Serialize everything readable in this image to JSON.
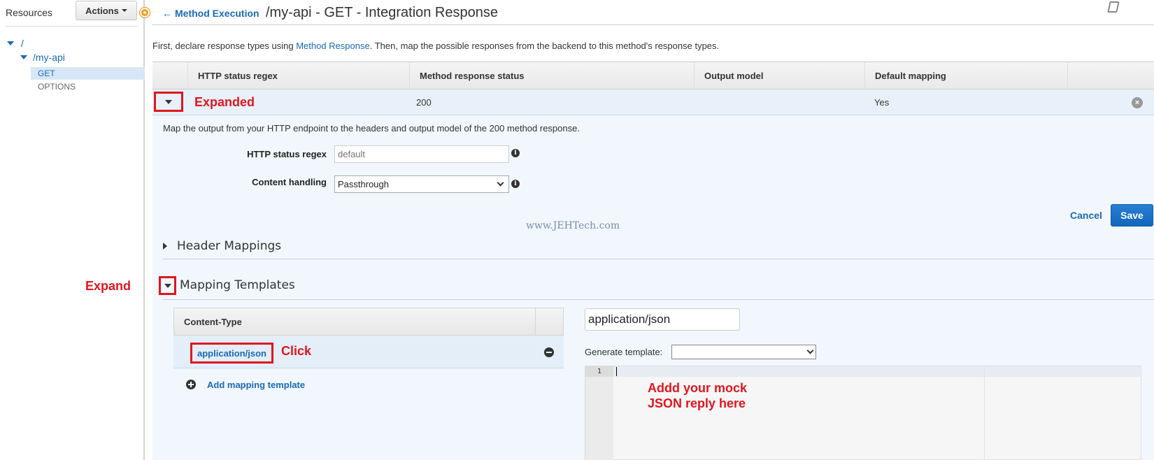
{
  "sidebar": {
    "title": "Resources",
    "actions_label": "Actions",
    "tree": {
      "root": "/",
      "resource": "/my-api",
      "methods": [
        "GET",
        "OPTIONS"
      ]
    }
  },
  "header": {
    "back_label": "Method Execution",
    "title": "/my-api - GET - Integration Response"
  },
  "intro": {
    "before_link": "First, declare response types using ",
    "link": "Method Response",
    "after_link": ". Then, map the possible responses from the backend to this method's response types."
  },
  "responses_table": {
    "columns": [
      "HTTP status regex",
      "Method response status",
      "Output model",
      "Default mapping"
    ],
    "rows": [
      {
        "regex": "",
        "status": "200",
        "model": "",
        "default_mapping": "Yes"
      }
    ]
  },
  "detail": {
    "description": "Map the output from your HTTP endpoint to the headers and output model of the 200 method response.",
    "regex_label": "HTTP status regex",
    "regex_placeholder": "default",
    "content_handling_label": "Content handling",
    "content_handling_value": "Passthrough",
    "cancel_label": "Cancel",
    "save_label": "Save"
  },
  "sections": {
    "header_mappings": "Header Mappings",
    "mapping_templates": "Mapping Templates"
  },
  "templates": {
    "column_header": "Content-Type",
    "items": [
      "application/json"
    ],
    "add_label": "Add mapping template",
    "content_type_value": "application/json",
    "generate_label": "Generate template:",
    "generate_value": "",
    "editor_line_number": "1"
  },
  "annotations": {
    "expanded": "Expanded",
    "expand": "Expand",
    "click": "Click",
    "mock_line1": "Addd your mock",
    "mock_line2": "JSON reply here"
  },
  "watermark": "www.JEHTech.com",
  "colors": {
    "link": "#1a6ab5",
    "annotation_red": "#e0161f",
    "save_button": "#1a73c8",
    "selected_row": "#e8f1fa"
  }
}
